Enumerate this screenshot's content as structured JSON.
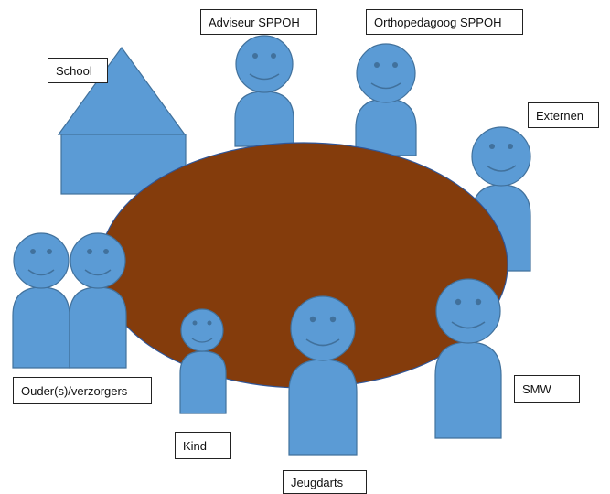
{
  "colors": {
    "figure_fill": "#5b9bd5",
    "figure_stroke": "#41719c",
    "table_fill": "#843c0c",
    "table_stroke": "#2f5597",
    "label_border": "#222222"
  },
  "labels": {
    "school": "School",
    "adviseur": "Adviseur SPPOH",
    "orthopedagoog": "Orthopedagoog SPPOH",
    "externen": "Externen",
    "ouders": "Ouder(s)/verzorgers",
    "kind": "Kind",
    "jeugdarts": "Jeugdarts",
    "smw": "SMW"
  },
  "icons": [
    "house-icon",
    "person-icon",
    "smiley-face-icon",
    "table-icon"
  ]
}
